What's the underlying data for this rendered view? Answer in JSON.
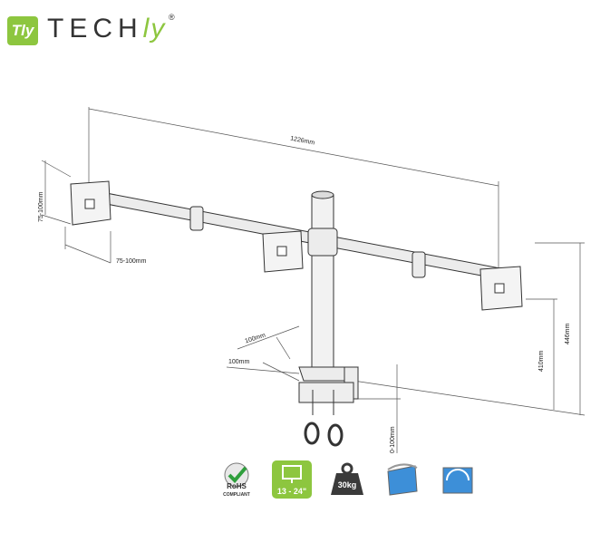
{
  "brand": {
    "badge": "Tly",
    "name_main": "TECH",
    "name_accent": "ly",
    "reg": "®"
  },
  "dimensions": {
    "total_width": "1226mm",
    "vesa_vertical": "75-100mm",
    "vesa_horizontal": "75-100mm",
    "total_height": "446mm",
    "pole_height": "410mm",
    "clamp_range": "0-100mm",
    "base_depth": "100mm",
    "base_width": "100mm"
  },
  "features": {
    "rohs": "RoHS",
    "rohs_sub": "COMPLIANT",
    "screen_size": "13 - 24\"",
    "max_load": "30kg"
  },
  "colors": {
    "brand_green": "#8dc63f",
    "line": "#444444",
    "screen_blue": "#3d8fd8"
  }
}
